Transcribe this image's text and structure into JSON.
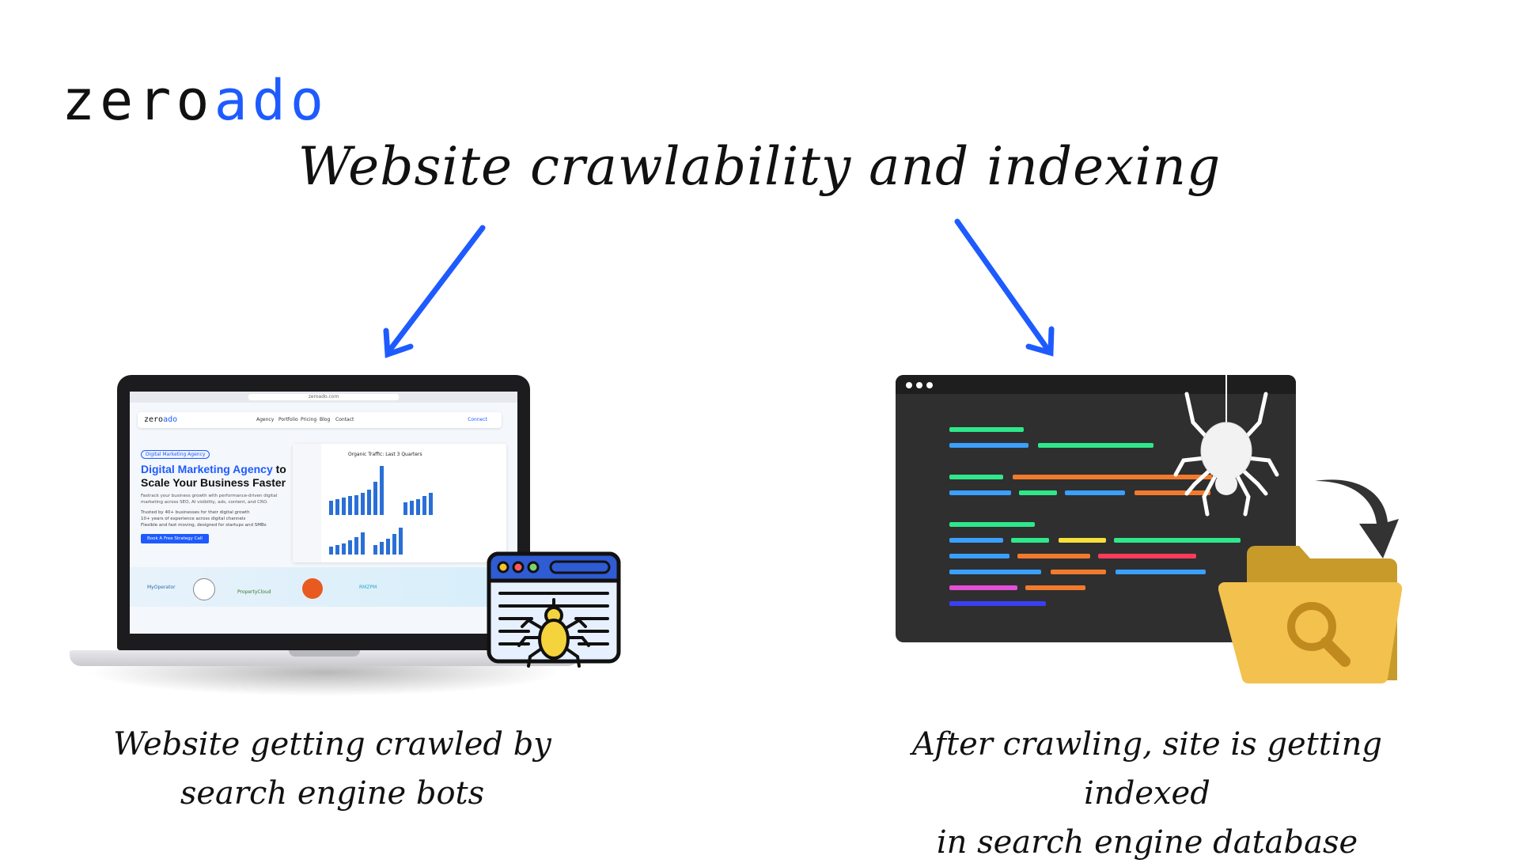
{
  "logo": {
    "part1": "zero",
    "part2": "ado"
  },
  "title": "Website crawlability and indexing",
  "captions": {
    "left_line1": "Website getting crawled by",
    "left_line2": "search engine bots",
    "right_line1": "After crawling, site is getting indexed",
    "right_line2": "in search engine database"
  },
  "laptop_site": {
    "url": "zeroado.com",
    "logo_part1": "zero",
    "logo_part2": "ado",
    "nav": [
      "Agency",
      "Portfolio",
      "Pricing",
      "Blog",
      "Contact"
    ],
    "connect": "Connect",
    "badge": "Digital Marketing Agency",
    "hero_highlight": "Digital Marketing Agency",
    "hero_to": "to",
    "hero_line2": "Scale Your Business Faster",
    "description": "Fastrack your business growth with performance-driven digital marketing across SEO, AI visibility, ads, content, and CRO.",
    "bullets": [
      "Trusted by 40+ businesses for their digital growth",
      "10+ years of experience across digital channels",
      "Flexible and fast moving, designed for startups and SMBs"
    ],
    "cta": "Book A Free Strategy Call",
    "dashboard_title": "Organic Traffic: Last 3 Quarters",
    "client_logos": [
      "MyOperator",
      "PropertyCloud",
      "RMZPM"
    ]
  },
  "colors": {
    "accent": "#1e5bff",
    "editor_bg": "#2f2f2f",
    "folder": "#f2c14e",
    "code_green": "#2ee88a",
    "code_blue": "#3aa0ff",
    "code_orange": "#f27a2c",
    "code_yellow": "#f7e03c",
    "code_red": "#ff3b5c",
    "code_pink": "#e34fd8",
    "code_indigo": "#3a3ff5"
  },
  "icons": [
    "arrow-down-left-icon",
    "arrow-down-right-icon",
    "spider-browser-icon",
    "spider-icon",
    "curved-arrow-icon",
    "folder-search-icon"
  ]
}
